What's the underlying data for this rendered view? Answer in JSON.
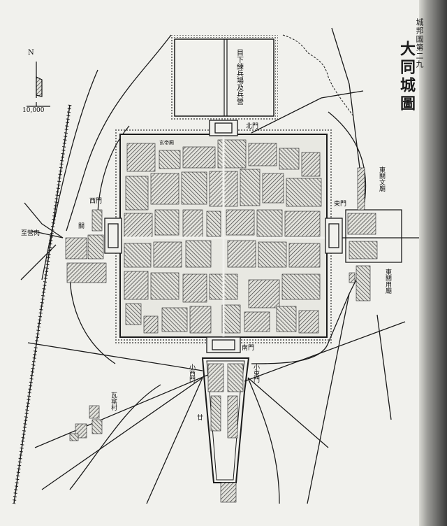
{
  "map": {
    "title": "大同城圖",
    "plate": "城邦圖第二九",
    "north": "N",
    "scale": "1/10,000",
    "scale_numerator": "1",
    "scale_denominator": "10,000"
  },
  "labels": {
    "drill_ground": "目下練兵場及兵營",
    "north_gate": "北門",
    "west_gate": "西門",
    "east_gate": "東門",
    "south_gate": "南門",
    "west_suburb": "關",
    "to_village": "至營肉",
    "temple": "玄帝廟",
    "east_wenmiao": "東關文廟",
    "east_suburb": "東關用廟",
    "small_west_gate": "小西門",
    "small_east_gate": "小東門",
    "tile_village": "瓦窰村",
    "south_mark": "廿",
    "east_gate_lower": "小東門"
  },
  "colors": {
    "paper": "#f1f1ed",
    "ink": "#1a1a1a",
    "hatch": "#3c3c3c"
  }
}
